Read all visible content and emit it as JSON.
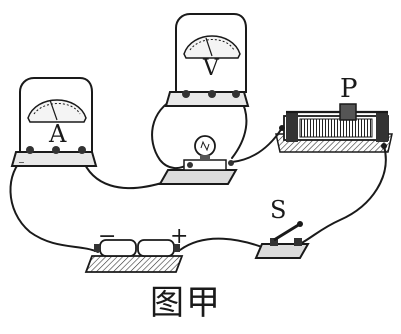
{
  "figure": {
    "caption": "图甲"
  },
  "meters": {
    "ammeter_letter": "A",
    "voltmeter_letter": "V"
  },
  "components": {
    "rheostat_label": "P",
    "switch_label": "S",
    "battery_negative": "−",
    "battery_positive": "+"
  }
}
